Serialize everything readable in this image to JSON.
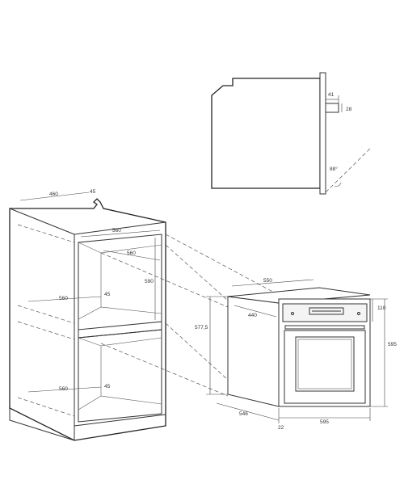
{
  "colors": {
    "line": "#333333",
    "background": "#ffffff"
  },
  "side_view": {
    "door_thickness": "41",
    "handle_depth": "28",
    "door_opening_angle": "88°"
  },
  "cabinet": {
    "top_depth": "460",
    "top_panel_offset": "45",
    "upper_opening_width": "560",
    "upper_opening_depth": "560",
    "upper_opening_height": "590",
    "middle_shelf_depth": "560",
    "middle_shelf_offset": "45",
    "lower_shelf_depth": "560",
    "lower_shelf_offset": "45"
  },
  "oven": {
    "body_width": "550",
    "body_depth": "440",
    "body_height": "577,5",
    "control_panel_height": "110",
    "total_height": "595",
    "total_depth": "546",
    "door_thickness": "22",
    "front_width": "595"
  }
}
